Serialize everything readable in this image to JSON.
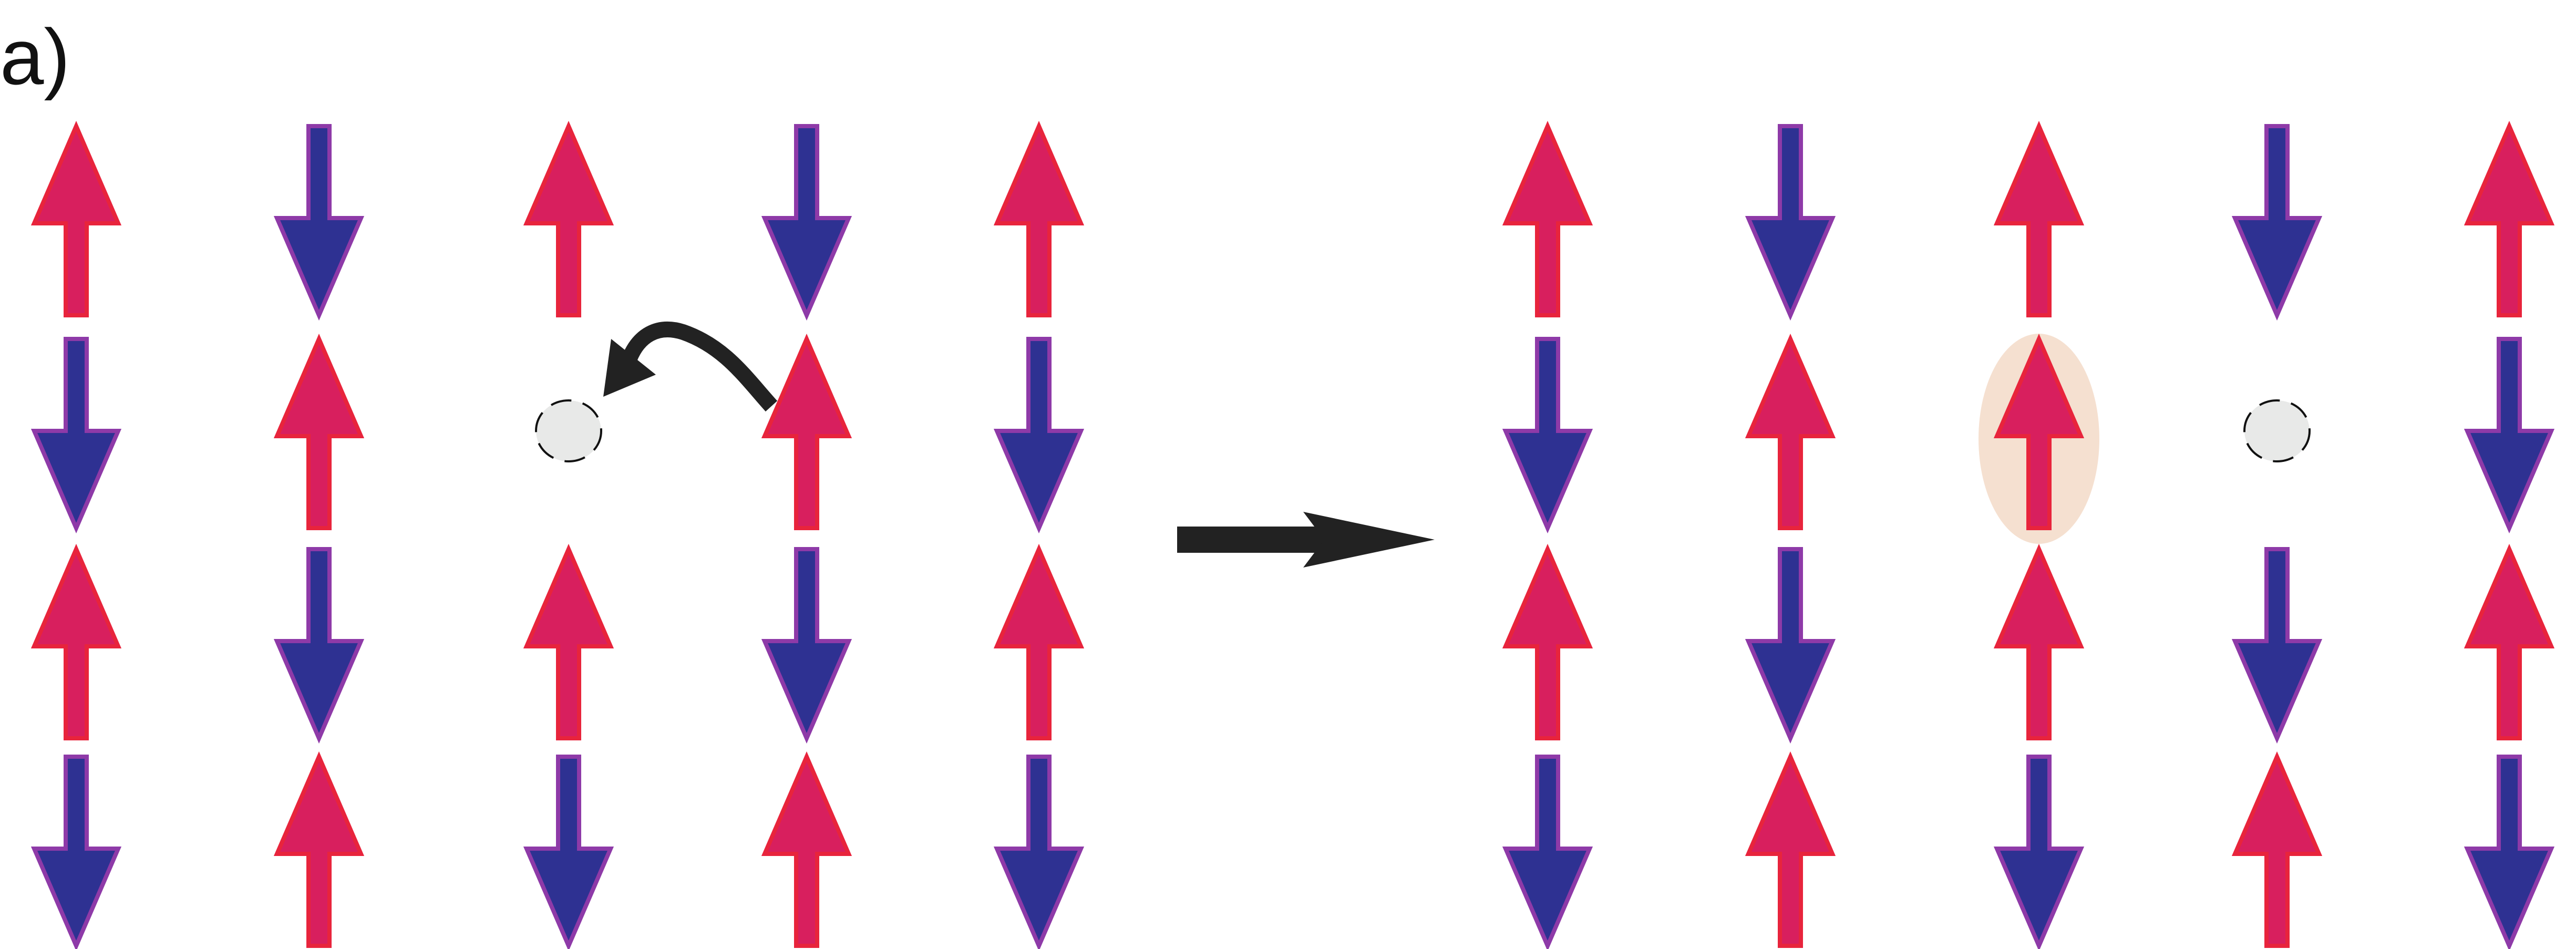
{
  "panel_label": "a)",
  "colors": {
    "spin_up_fill": "#d81f5e",
    "spin_up_stroke": "#e8243c",
    "spin_down_fill": "#2e3192",
    "spin_down_stroke": "#8e3aa8",
    "hole_fill": "#e8e9e8",
    "highlight_fill": "#f5e0d0",
    "arrow_black": "#222222"
  },
  "lattice_before": {
    "columns": [
      [
        "up",
        "down",
        "up",
        "down"
      ],
      [
        "down",
        "up",
        "down",
        "up"
      ],
      [
        "up",
        "hole",
        "up",
        "down"
      ],
      [
        "down",
        "up",
        "down",
        "up"
      ],
      [
        "up",
        "down",
        "up",
        "down"
      ]
    ]
  },
  "lattice_after": {
    "columns": [
      [
        "up",
        "down",
        "up",
        "down"
      ],
      [
        "down",
        "up",
        "down",
        "up"
      ],
      [
        "up",
        "up-highlight",
        "up",
        "down"
      ],
      [
        "down",
        "hole",
        "down",
        "up"
      ],
      [
        "up",
        "down",
        "up",
        "down"
      ]
    ]
  },
  "icons": {
    "hop": "curved-hop-arrow-icon",
    "transition": "right-arrow-icon",
    "hole": "vacancy-circle-icon",
    "up": "spin-up-arrow-icon",
    "down": "spin-down-arrow-icon"
  }
}
